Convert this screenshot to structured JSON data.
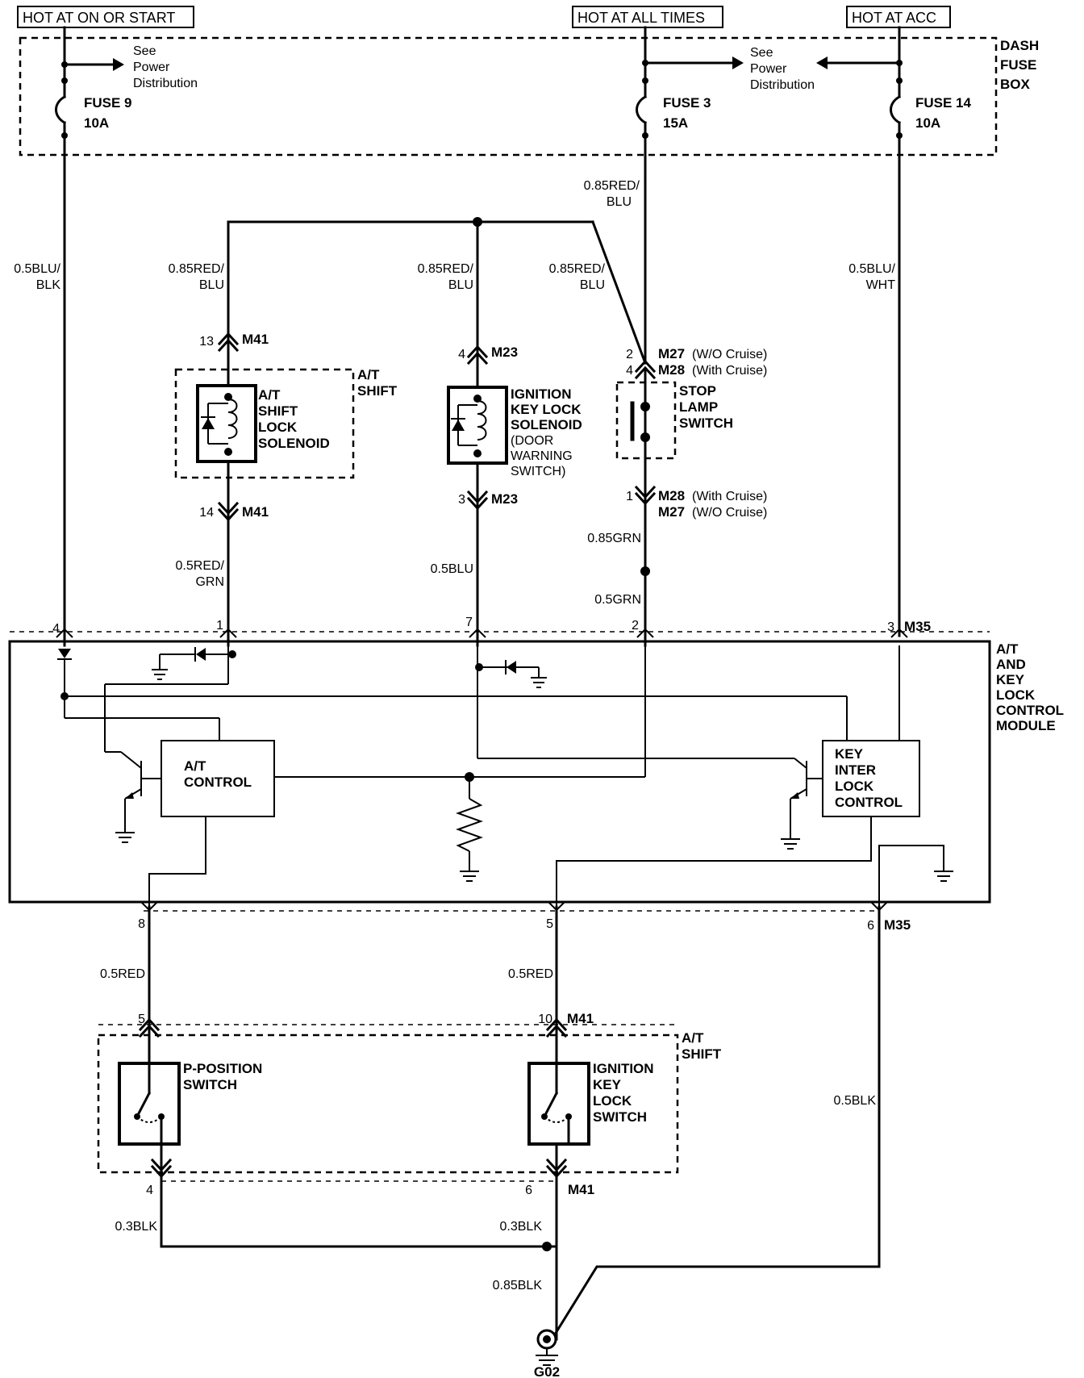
{
  "headers": {
    "on_start": "HOT AT ON OR START",
    "all_times": "HOT AT ALL TIMES",
    "acc": "HOT AT ACC"
  },
  "dash_fuse_box": [
    "DASH",
    "FUSE",
    "BOX"
  ],
  "see_power": [
    "See",
    "Power",
    "Distribution"
  ],
  "fuses": {
    "f9": [
      "FUSE 9",
      "10A"
    ],
    "f3": [
      "FUSE 3",
      "15A"
    ],
    "f14": [
      "FUSE 14",
      "10A"
    ]
  },
  "wires": {
    "blu_blk": [
      "0.5BLU/",
      "BLK"
    ],
    "red_blu_top": [
      "0.85RED/",
      "BLU"
    ],
    "red_blu_1": [
      "0.85RED/",
      "BLU"
    ],
    "red_blu_2": [
      "0.85RED/",
      "BLU"
    ],
    "red_blu_3": [
      "0.85RED/",
      "BLU"
    ],
    "blu_wht": [
      "0.5BLU/",
      "WHT"
    ],
    "red_grn": [
      "0.5RED/",
      "GRN"
    ],
    "blu": "0.5BLU",
    "grn_085": "0.85GRN",
    "grn_05": "0.5GRN",
    "red_left": "0.5RED",
    "red_mid": "0.5RED",
    "blk_right": "0.5BLK",
    "blk_left": "0.3BLK",
    "blk_mid": "0.3BLK",
    "blk_085": "0.85BLK"
  },
  "connectors": {
    "m41": "M41",
    "m23": "M23",
    "m27_wo": "M27",
    "m28_with": "M28",
    "wo_cruise": "(W/O Cruise)",
    "with_cruise": "(With Cruise)",
    "m35": "M35"
  },
  "pins": {
    "p13": "13",
    "p14": "14",
    "p4a": "4",
    "p3a": "3",
    "p2a": "2",
    "p4b": "4",
    "p1a": "1",
    "mod4": "4",
    "mod1": "1",
    "mod7": "7",
    "mod2": "2",
    "mod3": "3",
    "mod8": "8",
    "mod5": "5",
    "mod6": "6",
    "sw5": "5",
    "sw10": "10",
    "sw4": "4",
    "sw6": "6"
  },
  "components": {
    "at_shift_solenoid": [
      "A/T",
      "SHIFT",
      "LOCK",
      "SOLENOID"
    ],
    "at_shift_box": [
      "A/T",
      "SHIFT"
    ],
    "ign_key_solenoid": [
      "IGNITION",
      "KEY LOCK",
      "SOLENOID",
      "(DOOR",
      "WARNING",
      "SWITCH)"
    ],
    "stop_lamp": [
      "STOP",
      "LAMP",
      "SWITCH"
    ],
    "module": [
      "A/T",
      "AND",
      "KEY",
      "LOCK",
      "CONTROL",
      "MODULE"
    ],
    "at_control": [
      "A/T",
      "CONTROL"
    ],
    "key_interlock": [
      "KEY",
      "INTER",
      "LOCK",
      "CONTROL"
    ],
    "p_position": [
      "P-POSITION",
      "SWITCH"
    ],
    "ign_key_switch": [
      "IGNITION",
      "KEY",
      "LOCK",
      "SWITCH"
    ],
    "at_shift_box2": [
      "A/T",
      "SHIFT"
    ],
    "ground": "G02"
  }
}
